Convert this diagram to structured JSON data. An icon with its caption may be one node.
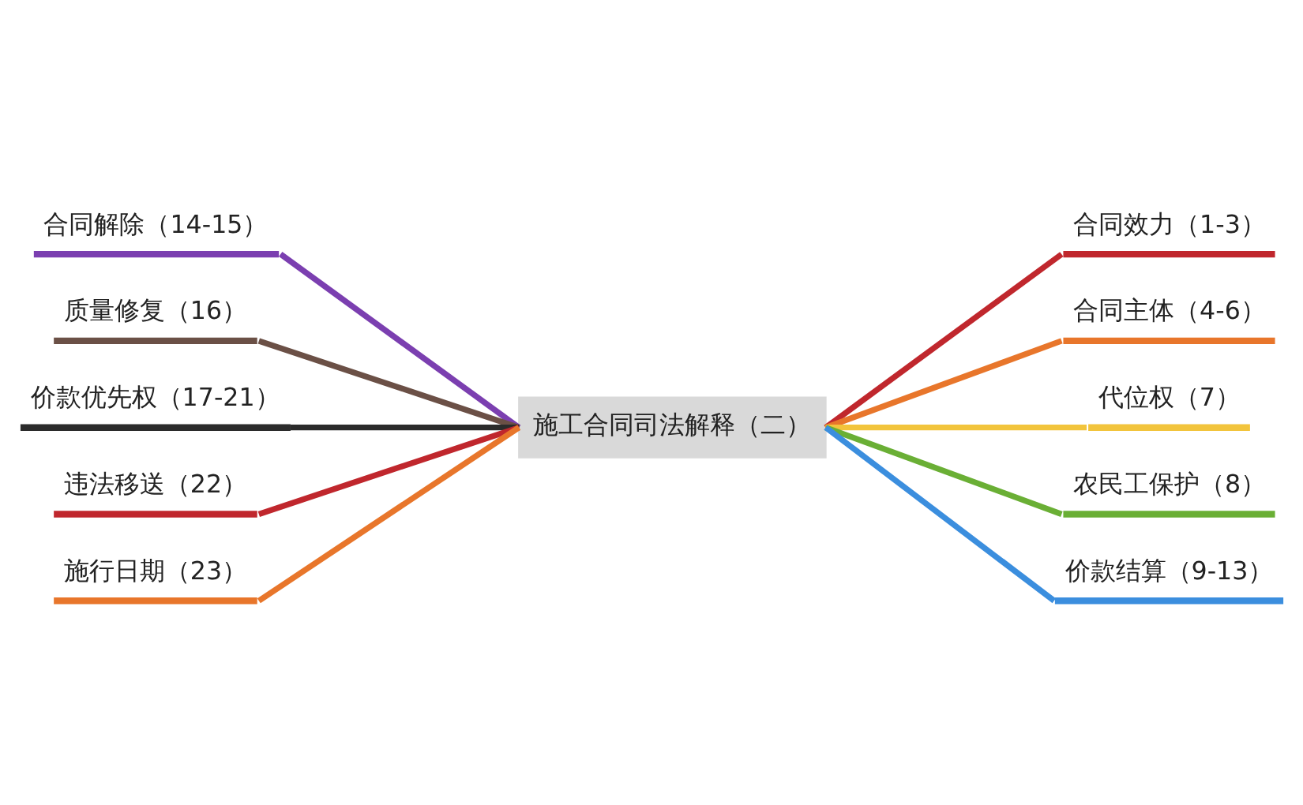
{
  "diagram": {
    "nodes": [
      {
        "text": [
          "施工合同司法解释（二）"
        ]
      },
      {
        "text": [
          "合同效力（1-3）"
        ]
      },
      {
        "text": [
          "合同主体（4-6）"
        ]
      },
      {
        "text": [
          "代位权（7）"
        ]
      },
      {
        "text": [
          "农民工保护（8）"
        ]
      },
      {
        "text": [
          "价款结算（9-13）"
        ]
      },
      {
        "text": [
          "合同解除（14-15）"
        ]
      },
      {
        "text": [
          "质量修复（16）"
        ]
      },
      {
        "text": [
          "价款优先权（17-21）"
        ]
      },
      {
        "text": [
          "违法移送（22）"
        ]
      },
      {
        "text": [
          "施行日期（23）"
        ]
      }
    ],
    "edges": [
      {
        "from": 0,
        "to": 1,
        "arrow": "none",
        "color": "#c0272d"
      },
      {
        "from": 0,
        "to": 2,
        "arrow": "none",
        "color": "#e8762b"
      },
      {
        "from": 0,
        "to": 3,
        "arrow": "none",
        "color": "#f2c43c"
      },
      {
        "from": 0,
        "to": 4,
        "arrow": "none",
        "color": "#6aaf35"
      },
      {
        "from": 0,
        "to": 5,
        "arrow": "none",
        "color": "#3b8ede"
      },
      {
        "from": 6,
        "to": 0,
        "arrow": "none",
        "color": "#7b3fb0"
      },
      {
        "from": 7,
        "to": 0,
        "arrow": "none",
        "color": "#6b5046"
      },
      {
        "from": 8,
        "to": 0,
        "arrow": "none",
        "color": "#2b2b2b"
      },
      {
        "from": 9,
        "to": 0,
        "arrow": "none",
        "color": "#c0272d"
      },
      {
        "from": 10,
        "to": 0,
        "arrow": "none",
        "color": "#e8762b"
      }
    ]
  }
}
